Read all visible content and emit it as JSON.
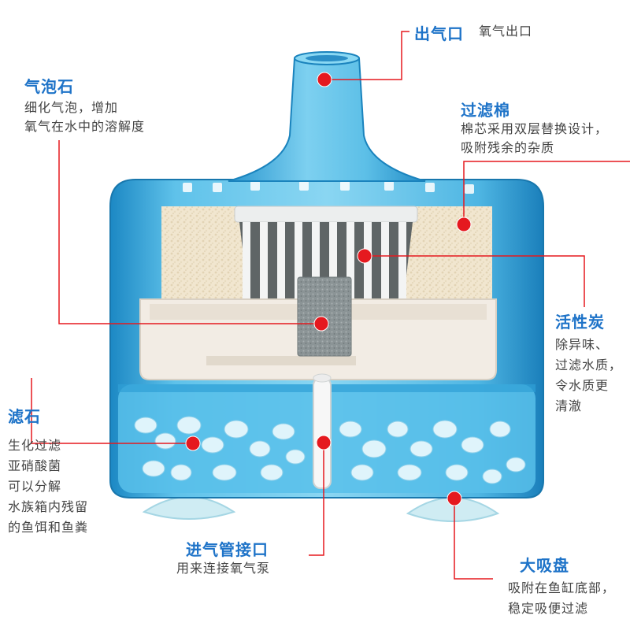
{
  "colors": {
    "title_blue": "#1e73c8",
    "marker_red": "#e5191f",
    "body_text": "#444444",
    "housing_blue": "#37a6d6"
  },
  "labels": {
    "outlet": {
      "title": "出气口",
      "desc": [
        "氧气出口"
      ]
    },
    "airstone": {
      "title": "气泡石",
      "desc": [
        "细化气泡，增加",
        "氧气在水中的溶解度"
      ]
    },
    "cotton": {
      "title": "过滤棉",
      "desc": [
        "棉芯采用双层替换设计，",
        "吸附残余的杂质"
      ]
    },
    "carbon": {
      "title": "活性炭",
      "desc": [
        "除异味、",
        "过滤水质，",
        "令水质更",
        "清澈"
      ]
    },
    "stones": {
      "title": "滤石",
      "desc": [
        "生化过滤",
        "亚硝酸菌",
        "可以分解",
        "水族箱内残留",
        "的鱼饵和鱼粪"
      ]
    },
    "inlet": {
      "title": "进气管接口",
      "desc": [
        "用来连接氧气泵"
      ]
    },
    "sucker": {
      "title": "大吸盘",
      "desc": [
        "吸附在鱼缸底部，",
        "稳定吸便过滤"
      ]
    }
  }
}
